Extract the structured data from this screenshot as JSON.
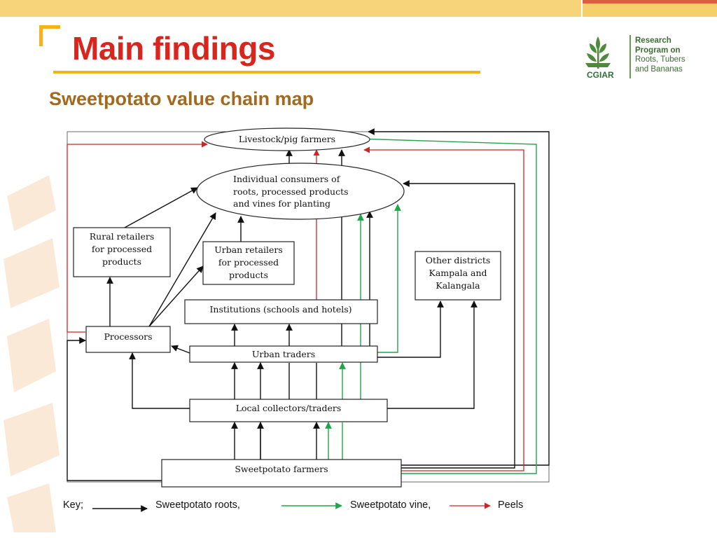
{
  "slide": {
    "title": "Main findings",
    "subtitle": "Sweetpotato value chain map"
  },
  "logo": {
    "brand": "CGIAR",
    "lines": [
      "Research",
      "Program on",
      "Roots, Tubers",
      "and Bananas"
    ]
  },
  "colors": {
    "title": "#d7261e",
    "subtitle": "#a26a1e",
    "accent": "#f5b21a",
    "roots_arrow": "#111111",
    "vine_arrow": "#1fa64a",
    "peels_arrow": "#c62828"
  },
  "diagram": {
    "nodes": {
      "livestock": "Livestock/pig farmers",
      "consumers": [
        "Individual consumers of",
        "roots, processed products",
        "and vines for planting"
      ],
      "rural_retailers": [
        "Rural retailers",
        "for processed",
        "products"
      ],
      "urban_retailers": [
        "Urban retailers",
        "for processed",
        "products"
      ],
      "other_districts": [
        "Other districts",
        "Kampala and",
        "Kalangala"
      ],
      "institutions": "Institutions (schools and hotels)",
      "processors": "Processors",
      "urban_traders": "Urban traders",
      "local_collectors": "Local collectors/traders",
      "farmers": "Sweetpotato farmers"
    },
    "key": {
      "label": "Key;",
      "roots": "Sweetpotato roots,",
      "vine": "Sweetpotato vine,",
      "peels": "Peels"
    }
  }
}
